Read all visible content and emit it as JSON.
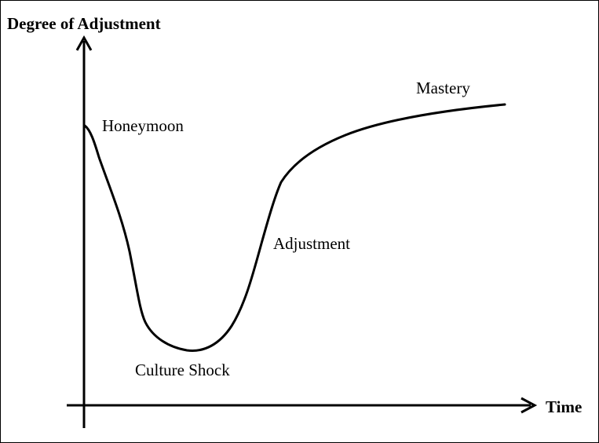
{
  "y_axis_title": "Degree of Adjustment",
  "x_axis_title": "Time",
  "stages": {
    "honeymoon": "Honeymoon",
    "culture_shock": "Culture Shock",
    "adjustment": "Adjustment",
    "mastery": "Mastery"
  },
  "colors": {
    "ink": "#000000",
    "background": "#ffffff"
  }
}
